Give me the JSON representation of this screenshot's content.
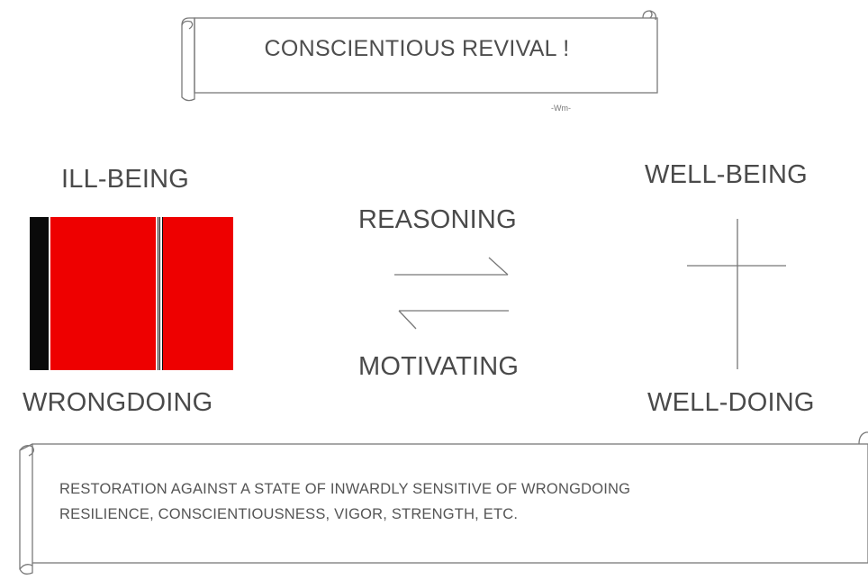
{
  "banner": {
    "title": "CONSCIENTIOUS REVIVAL !",
    "signature": "-Wm-"
  },
  "left": {
    "top_label": "ILL-BEING",
    "bottom_label": "WRONGDOING",
    "colors": {
      "outer": "#0a0a0a",
      "inner": "#ee0000"
    }
  },
  "middle": {
    "top_label": "REASONING",
    "bottom_label": "MOTIVATING"
  },
  "right": {
    "top_label": "WELL-BEING",
    "bottom_label": "WELL-DOING"
  },
  "footer": {
    "lines": [
      "RESTORATION AGAINST A STATE OF INWARDLY SENSITIVE OF WRONGDOING",
      "RESILIENCE, CONSCIENTIOUSNESS, VIGOR, STRENGTH, ETC."
    ]
  }
}
